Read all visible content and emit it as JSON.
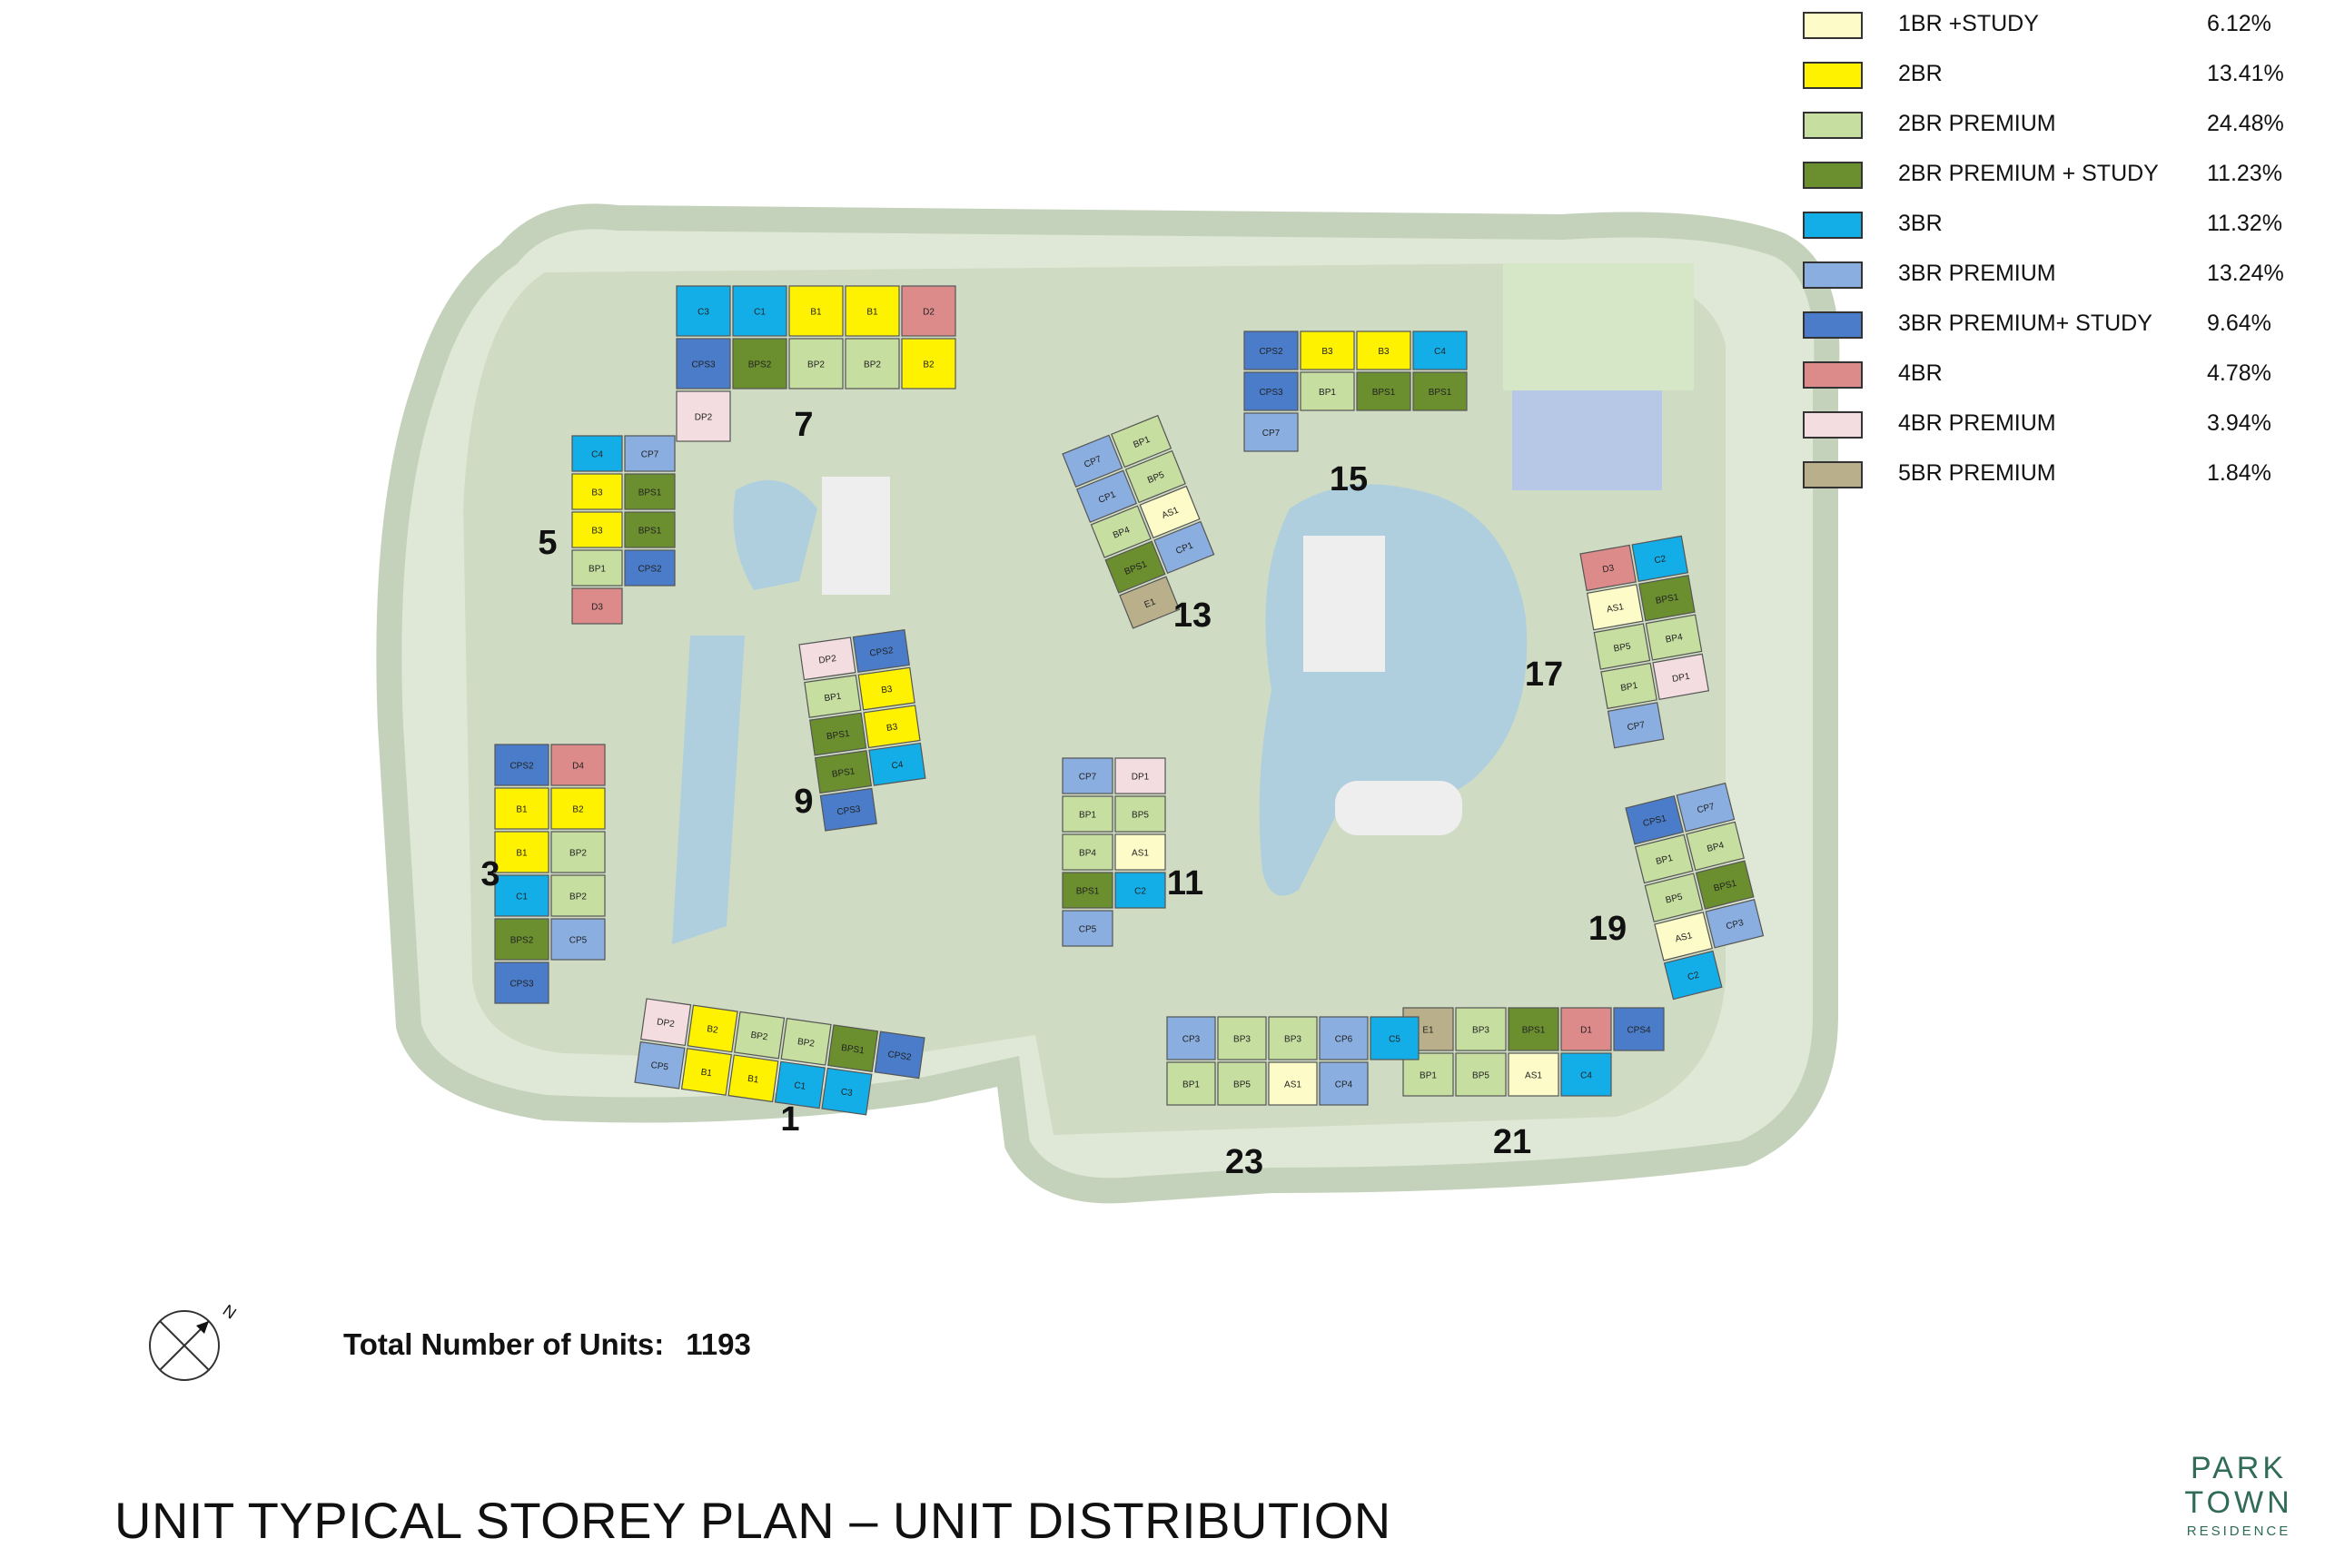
{
  "legend": [
    {
      "label": "1BR +STUDY",
      "percent": "6.12%",
      "color": "#fdfbc8"
    },
    {
      "label": "2BR",
      "percent": "13.41%",
      "color": "#fff200"
    },
    {
      "label": "2BR PREMIUM",
      "percent": "24.48%",
      "color": "#c6dea0"
    },
    {
      "label": "2BR PREMIUM + STUDY",
      "percent": "11.23%",
      "color": "#6b8e2f"
    },
    {
      "label": "3BR",
      "percent": "11.32%",
      "color": "#13aee8"
    },
    {
      "label": "3BR PREMIUM",
      "percent": "13.24%",
      "color": "#8aaee0"
    },
    {
      "label": "3BR PREMIUM+ STUDY",
      "percent": "9.64%",
      "color": "#4a7cc9"
    },
    {
      "label": "4BR",
      "percent": "4.78%",
      "color": "#dd8a8a"
    },
    {
      "label": "4BR PREMIUM",
      "percent": "3.94%",
      "color": "#f3dde0"
    },
    {
      "label": "5BR PREMIUM",
      "percent": "1.84%",
      "color": "#b9b08b"
    }
  ],
  "total_label": "Total Number of Units:",
  "total_value": "1193",
  "title": "UNIT TYPICAL STOREY PLAN – UNIT DISTRIBUTION",
  "logo": {
    "line1": "PARK",
    "line2": "TOWN",
    "line3": "RESIDENCE"
  },
  "compass_letter": "N",
  "blocks": [
    {
      "name": "1",
      "units": [
        {
          "code": "DP2",
          "type": "4BR PREMIUM"
        },
        {
          "code": "B2",
          "type": "2BR"
        },
        {
          "code": "BP2",
          "type": "2BR PREMIUM"
        },
        {
          "code": "BP2",
          "type": "2BR PREMIUM"
        },
        {
          "code": "BPS1",
          "type": "2BR PREMIUM + STUDY"
        },
        {
          "code": "CPS2",
          "type": "3BR PREMIUM+ STUDY"
        },
        {
          "code": "CP5",
          "type": "3BR PREMIUM"
        },
        {
          "code": "B1",
          "type": "2BR"
        },
        {
          "code": "B1",
          "type": "2BR"
        },
        {
          "code": "C1",
          "type": "3BR"
        },
        {
          "code": "C3",
          "type": "3BR"
        }
      ]
    },
    {
      "name": "3",
      "units": [
        {
          "code": "CPS2",
          "type": "3BR PREMIUM+ STUDY"
        },
        {
          "code": "D4",
          "type": "4BR"
        },
        {
          "code": "B1",
          "type": "2BR"
        },
        {
          "code": "B2",
          "type": "2BR"
        },
        {
          "code": "B1",
          "type": "2BR"
        },
        {
          "code": "BP2",
          "type": "2BR PREMIUM"
        },
        {
          "code": "C1",
          "type": "3BR"
        },
        {
          "code": "BP2",
          "type": "2BR PREMIUM"
        },
        {
          "code": "BPS2",
          "type": "2BR PREMIUM + STUDY"
        },
        {
          "code": "CP5",
          "type": "3BR PREMIUM"
        },
        {
          "code": "CPS3",
          "type": "3BR PREMIUM+ STUDY"
        }
      ]
    },
    {
      "name": "5",
      "units": [
        {
          "code": "C4",
          "type": "3BR"
        },
        {
          "code": "CP7",
          "type": "3BR PREMIUM"
        },
        {
          "code": "B3",
          "type": "2BR"
        },
        {
          "code": "BPS1",
          "type": "2BR PREMIUM + STUDY"
        },
        {
          "code": "B3",
          "type": "2BR"
        },
        {
          "code": "BPS1",
          "type": "2BR PREMIUM + STUDY"
        },
        {
          "code": "BP1",
          "type": "2BR PREMIUM"
        },
        {
          "code": "CPS2",
          "type": "3BR PREMIUM+ STUDY"
        },
        {
          "code": "D3",
          "type": "4BR"
        }
      ]
    },
    {
      "name": "7",
      "units": [
        {
          "code": "C3",
          "type": "3BR"
        },
        {
          "code": "C1",
          "type": "3BR"
        },
        {
          "code": "B1",
          "type": "2BR"
        },
        {
          "code": "B1",
          "type": "2BR"
        },
        {
          "code": "D2",
          "type": "4BR"
        },
        {
          "code": "CPS3",
          "type": "3BR PREMIUM+ STUDY"
        },
        {
          "code": "BPS2",
          "type": "2BR PREMIUM + STUDY"
        },
        {
          "code": "BP2",
          "type": "2BR PREMIUM"
        },
        {
          "code": "BP2",
          "type": "2BR PREMIUM"
        },
        {
          "code": "B2",
          "type": "2BR"
        },
        {
          "code": "DP2",
          "type": "4BR PREMIUM"
        }
      ]
    },
    {
      "name": "9",
      "units": [
        {
          "code": "DP2",
          "type": "4BR PREMIUM"
        },
        {
          "code": "CPS2",
          "type": "3BR PREMIUM+ STUDY"
        },
        {
          "code": "BP1",
          "type": "2BR PREMIUM"
        },
        {
          "code": "B3",
          "type": "2BR"
        },
        {
          "code": "BPS1",
          "type": "2BR PREMIUM + STUDY"
        },
        {
          "code": "B3",
          "type": "2BR"
        },
        {
          "code": "BPS1",
          "type": "2BR PREMIUM + STUDY"
        },
        {
          "code": "C4",
          "type": "3BR"
        },
        {
          "code": "CPS3",
          "type": "3BR PREMIUM+ STUDY"
        }
      ]
    },
    {
      "name": "11",
      "units": [
        {
          "code": "CP7",
          "type": "3BR PREMIUM"
        },
        {
          "code": "DP1",
          "type": "4BR PREMIUM"
        },
        {
          "code": "BP1",
          "type": "2BR PREMIUM"
        },
        {
          "code": "BP5",
          "type": "2BR PREMIUM"
        },
        {
          "code": "BP4",
          "type": "2BR PREMIUM"
        },
        {
          "code": "AS1",
          "type": "1BR +STUDY"
        },
        {
          "code": "BPS1",
          "type": "2BR PREMIUM + STUDY"
        },
        {
          "code": "C2",
          "type": "3BR"
        },
        {
          "code": "CP5",
          "type": "3BR PREMIUM"
        }
      ]
    },
    {
      "name": "13",
      "units": [
        {
          "code": "CP7",
          "type": "3BR PREMIUM"
        },
        {
          "code": "BP1",
          "type": "2BR PREMIUM"
        },
        {
          "code": "CP1",
          "type": "3BR PREMIUM"
        },
        {
          "code": "BP5",
          "type": "2BR PREMIUM"
        },
        {
          "code": "BP4",
          "type": "2BR PREMIUM"
        },
        {
          "code": "AS1",
          "type": "1BR +STUDY"
        },
        {
          "code": "BPS1",
          "type": "2BR PREMIUM + STUDY"
        },
        {
          "code": "CP1",
          "type": "3BR PREMIUM"
        },
        {
          "code": "E1",
          "type": "5BR PREMIUM"
        }
      ]
    },
    {
      "name": "15",
      "units": [
        {
          "code": "CPS2",
          "type": "3BR PREMIUM+ STUDY"
        },
        {
          "code": "B3",
          "type": "2BR"
        },
        {
          "code": "B3",
          "type": "2BR"
        },
        {
          "code": "C4",
          "type": "3BR"
        },
        {
          "code": "CPS3",
          "type": "3BR PREMIUM+ STUDY"
        },
        {
          "code": "BP1",
          "type": "2BR PREMIUM"
        },
        {
          "code": "BPS1",
          "type": "2BR PREMIUM + STUDY"
        },
        {
          "code": "BPS1",
          "type": "2BR PREMIUM + STUDY"
        },
        {
          "code": "CP7",
          "type": "3BR PREMIUM"
        }
      ]
    },
    {
      "name": "17",
      "units": [
        {
          "code": "D3",
          "type": "4BR"
        },
        {
          "code": "C2",
          "type": "3BR"
        },
        {
          "code": "AS1",
          "type": "1BR +STUDY"
        },
        {
          "code": "BPS1",
          "type": "2BR PREMIUM + STUDY"
        },
        {
          "code": "BP5",
          "type": "2BR PREMIUM"
        },
        {
          "code": "BP4",
          "type": "2BR PREMIUM"
        },
        {
          "code": "BP1",
          "type": "2BR PREMIUM"
        },
        {
          "code": "DP1",
          "type": "4BR PREMIUM"
        },
        {
          "code": "CP7",
          "type": "3BR PREMIUM"
        }
      ]
    },
    {
      "name": "19",
      "units": [
        {
          "code": "CPS1",
          "type": "3BR PREMIUM+ STUDY"
        },
        {
          "code": "CP7",
          "type": "3BR PREMIUM"
        },
        {
          "code": "BP1",
          "type": "2BR PREMIUM"
        },
        {
          "code": "BP4",
          "type": "2BR PREMIUM"
        },
        {
          "code": "BP5",
          "type": "2BR PREMIUM"
        },
        {
          "code": "BPS1",
          "type": "2BR PREMIUM + STUDY"
        },
        {
          "code": "AS1",
          "type": "1BR +STUDY"
        },
        {
          "code": "CP3",
          "type": "3BR PREMIUM"
        },
        {
          "code": "C2",
          "type": "3BR"
        }
      ]
    },
    {
      "name": "21",
      "units": [
        {
          "code": "E1",
          "type": "5BR PREMIUM"
        },
        {
          "code": "BP3",
          "type": "2BR PREMIUM"
        },
        {
          "code": "BPS1",
          "type": "2BR PREMIUM + STUDY"
        },
        {
          "code": "D1",
          "type": "4BR"
        },
        {
          "code": "CPS4",
          "type": "3BR PREMIUM+ STUDY"
        },
        {
          "code": "BP1",
          "type": "2BR PREMIUM"
        },
        {
          "code": "BP5",
          "type": "2BR PREMIUM"
        },
        {
          "code": "AS1",
          "type": "1BR +STUDY"
        },
        {
          "code": "C4",
          "type": "3BR"
        }
      ]
    },
    {
      "name": "23",
      "units": [
        {
          "code": "CP3",
          "type": "3BR PREMIUM"
        },
        {
          "code": "BP3",
          "type": "2BR PREMIUM"
        },
        {
          "code": "BP3",
          "type": "2BR PREMIUM"
        },
        {
          "code": "CP6",
          "type": "3BR PREMIUM"
        },
        {
          "code": "C5",
          "type": "3BR"
        },
        {
          "code": "BP1",
          "type": "2BR PREMIUM"
        },
        {
          "code": "BP5",
          "type": "2BR PREMIUM"
        },
        {
          "code": "AS1",
          "type": "1BR +STUDY"
        },
        {
          "code": "CP4",
          "type": "3BR PREMIUM"
        }
      ]
    }
  ]
}
